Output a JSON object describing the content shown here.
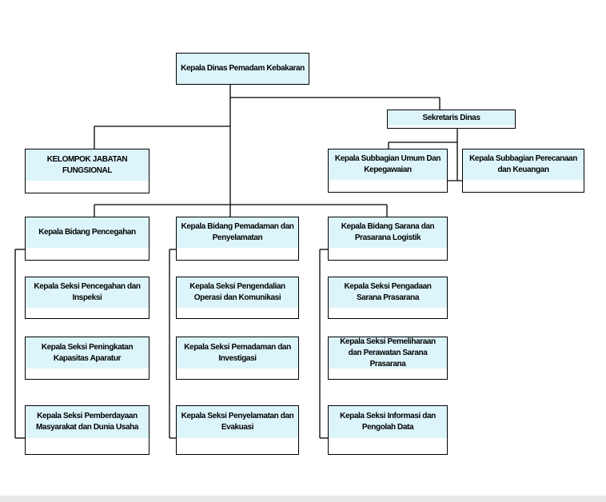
{
  "org_chart": {
    "head": "Kepala Dinas Pemadam Kebakaran",
    "secretary": "Sekretaris Dinas",
    "functional_group": "KELOMPOK JABATAN FUNGSIONAL",
    "subsections": [
      "Kepala Subbagian Umum Dan Kepegawaian",
      "Kepala Subbagian Perecanaan dan Keuangan"
    ],
    "divisions": [
      {
        "title": "Kepala Bidang Pencegahan",
        "sections": [
          "Kepala Seksi Pencegahan dan Inspeksi",
          "Kepala Seksi Peningkatan Kapasitas Aparatur",
          "Kepala Seksi Pemberdayaan Masyarakat dan Dunia Usaha"
        ]
      },
      {
        "title": "Kepala Bidang Pemadaman dan Penyelamatan",
        "sections": [
          "Kepala Seksi Pengendalian Operasi dan Komunikasi",
          "Kepala Seksi Pemadaman dan Investigasi",
          "Kepala Seksi Penyelamatan dan Evakuasi"
        ]
      },
      {
        "title": "Kepala Bidang Sarana dan Prasarana Logistik",
        "sections": [
          "Kepala Seksi Pengadaan Sarana Prasarana",
          "Kepala Seksi Pemeliharaan dan Perawatan Sarana Prasarana",
          "Kepala Seksi Informasi dan Pengolah Data"
        ]
      }
    ]
  },
  "colors": {
    "box_fill": "#dcf5fb",
    "line": "#000000"
  }
}
